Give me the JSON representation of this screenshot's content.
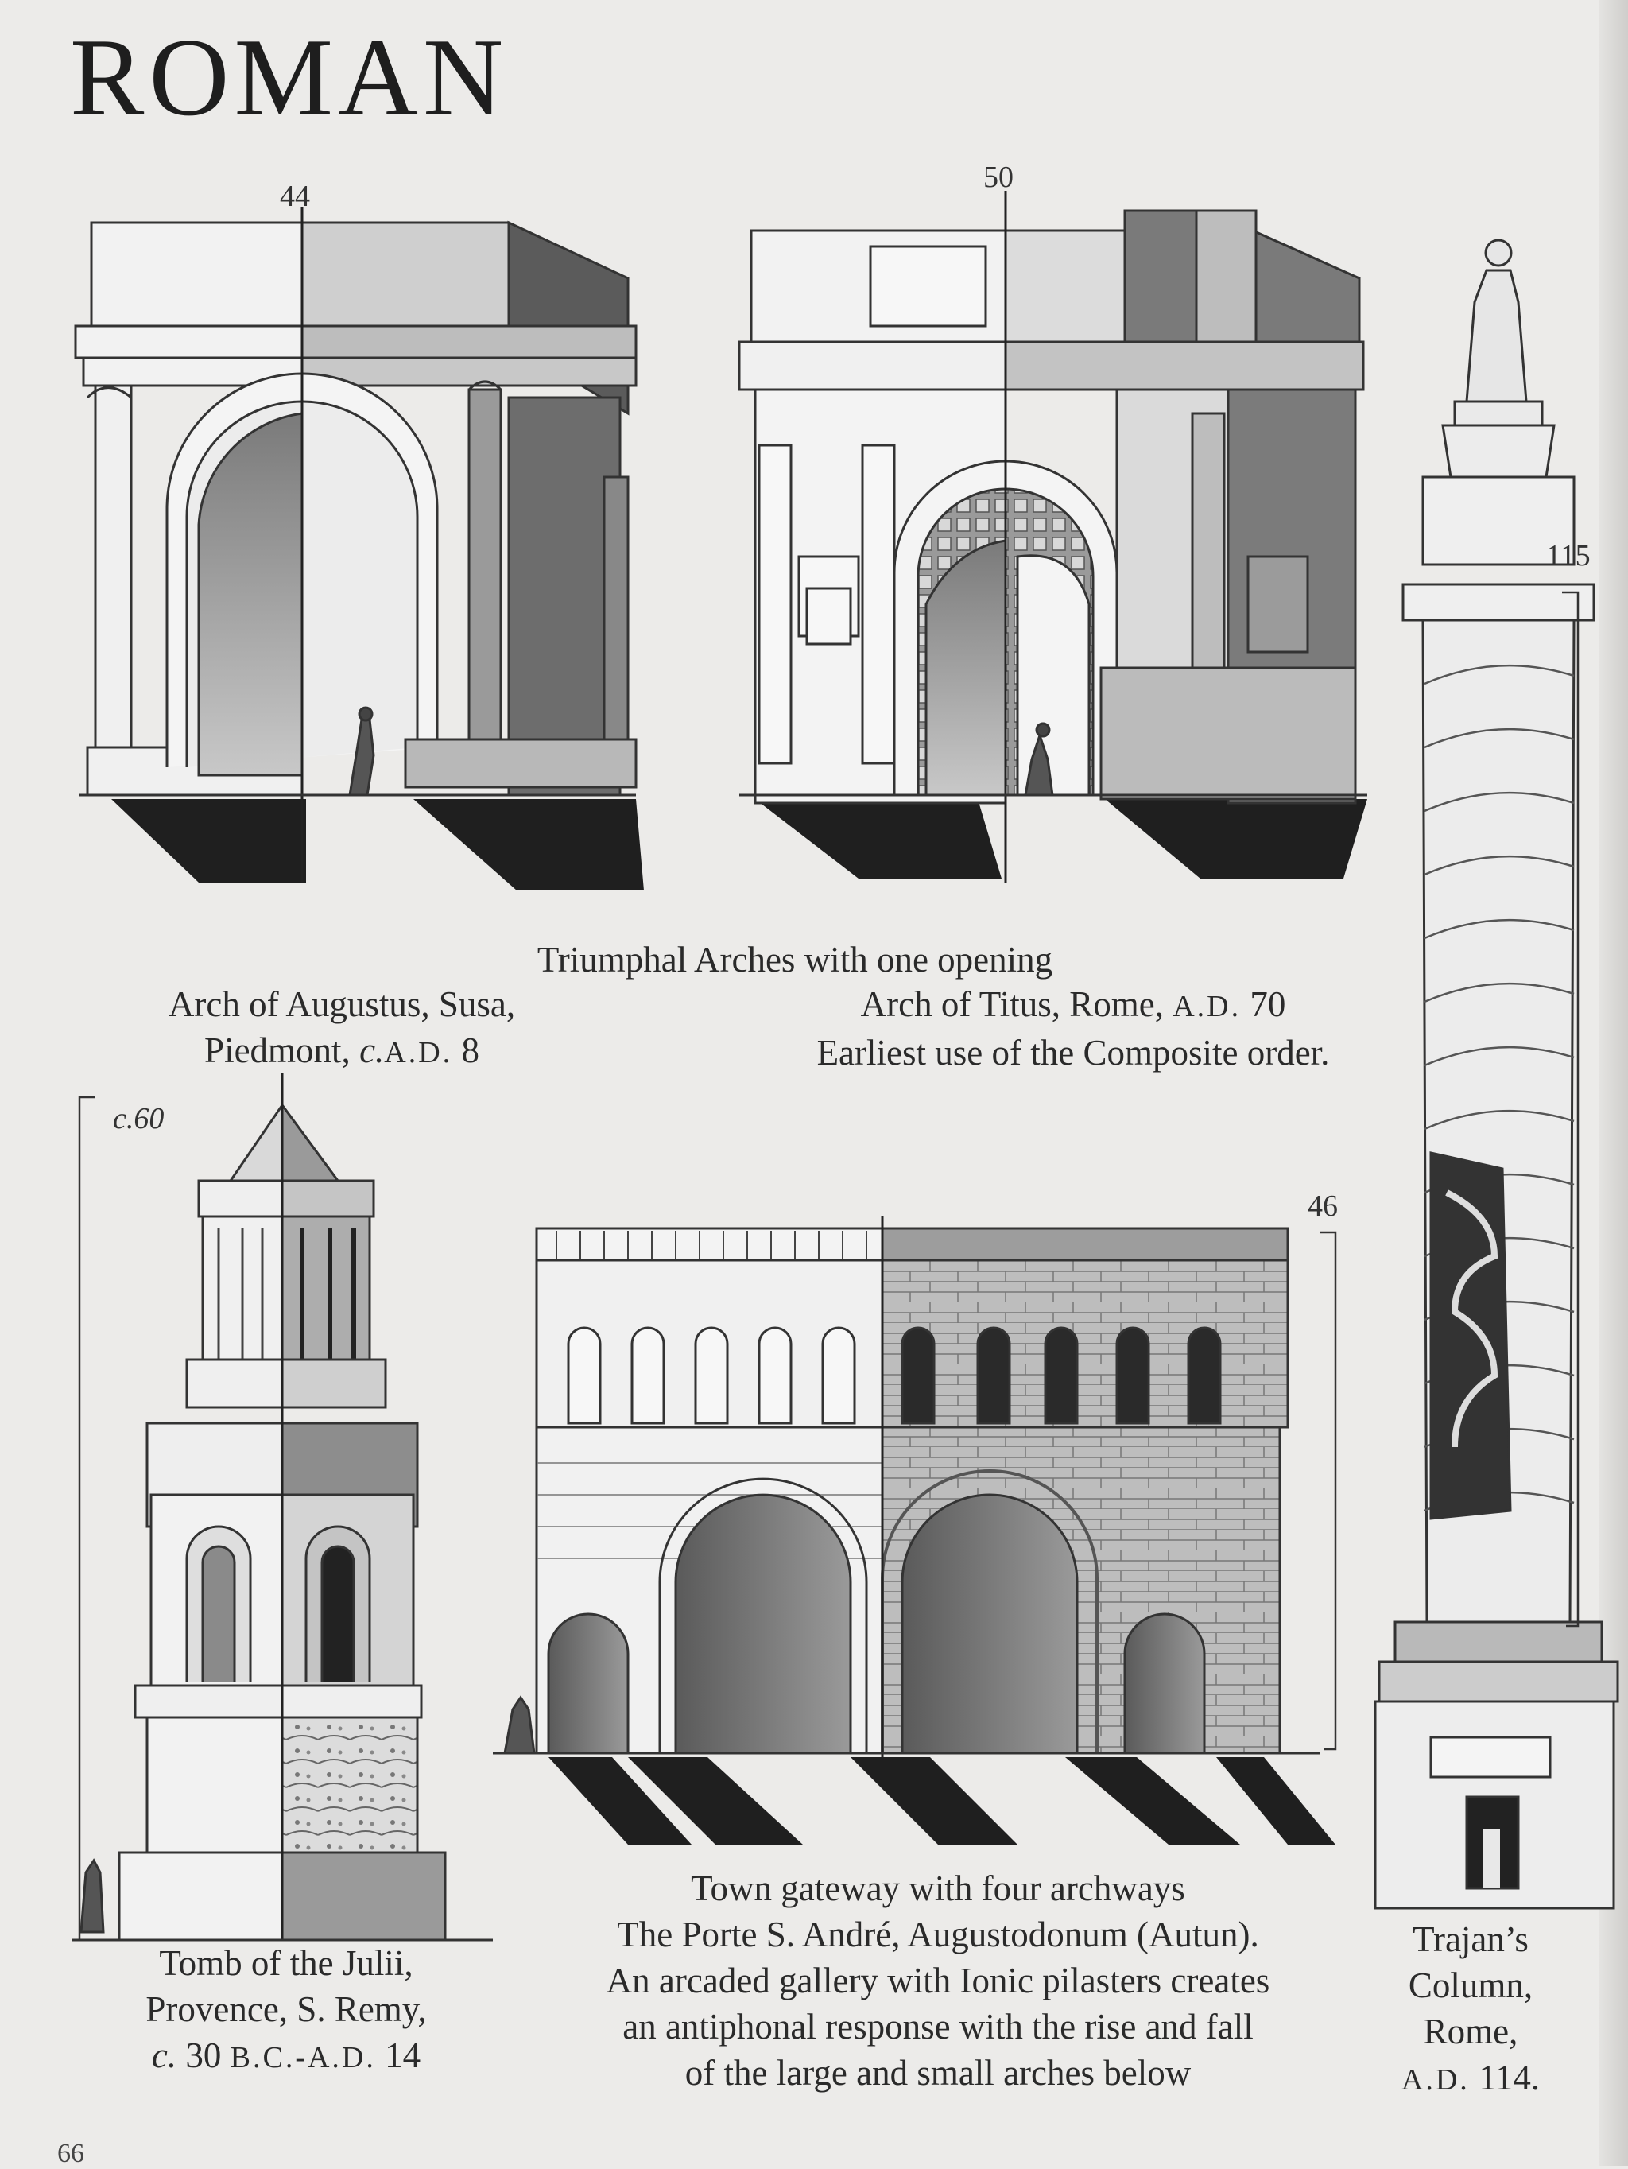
{
  "page": {
    "title": "ROMAN",
    "page_number": "66"
  },
  "dimensions": {
    "augustus": "44",
    "titus": "50",
    "trajan": "115",
    "julii": "c.60",
    "gateway": "46"
  },
  "captions": {
    "arches_heading": "Triumphal Arches with one opening",
    "augustus": {
      "line1": "Arch of Augustus, Susa,",
      "line2_a": "Piedmont, ",
      "line2_c": "c.",
      "line2_ad": "A.D.",
      "line2_b": " 8"
    },
    "titus": {
      "line1_a": "Arch of Titus, Rome, ",
      "line1_ad": "A.D.",
      "line1_b": " 70",
      "line2": "Earliest use of the Composite order."
    },
    "julii": {
      "line1": "Tomb of the Julii,",
      "line2": "Provence, S. Remy,",
      "line3_c": "c.",
      "line3_a": " 30 ",
      "line3_bc": "B.C.-A.D.",
      "line3_b": " 14"
    },
    "gateway": {
      "line1": "Town gateway with four archways",
      "line2": "The Porte S. André, Augustodonum (Autun).",
      "line3": "An arcaded gallery with Ionic pilasters creates",
      "line4": "an antiphonal response with the rise and fall",
      "line5": "of the large and small arches below"
    },
    "trajan": {
      "line1": "Trajan’s",
      "line2": "Column,",
      "line3": "Rome,",
      "line4_ad": "A.D.",
      "line4_b": " 114."
    }
  }
}
